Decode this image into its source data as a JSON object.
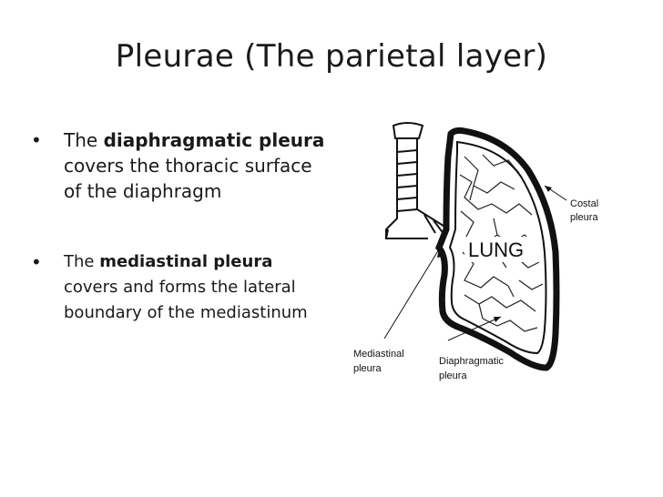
{
  "slide": {
    "title": "Pleurae (The parietal layer)",
    "bullets": [
      {
        "pre": "The ",
        "bold": "diaphragmatic pleura",
        "post": " covers the thoracic surface of the diaphragm"
      },
      {
        "pre": "The ",
        "bold": "mediastinal pleura",
        "post": " covers and forms the lateral boundary of the mediastinum"
      }
    ]
  },
  "diagram": {
    "lung_label": "LUNG",
    "costal_label_1": "Costal",
    "costal_label_2": "pleura",
    "mediastinal_label_1": "Mediastinal",
    "mediastinal_label_2": "pleura",
    "diaphragmatic_label_1": "Diaphragmatic",
    "diaphragmatic_label_2": "pleura"
  }
}
